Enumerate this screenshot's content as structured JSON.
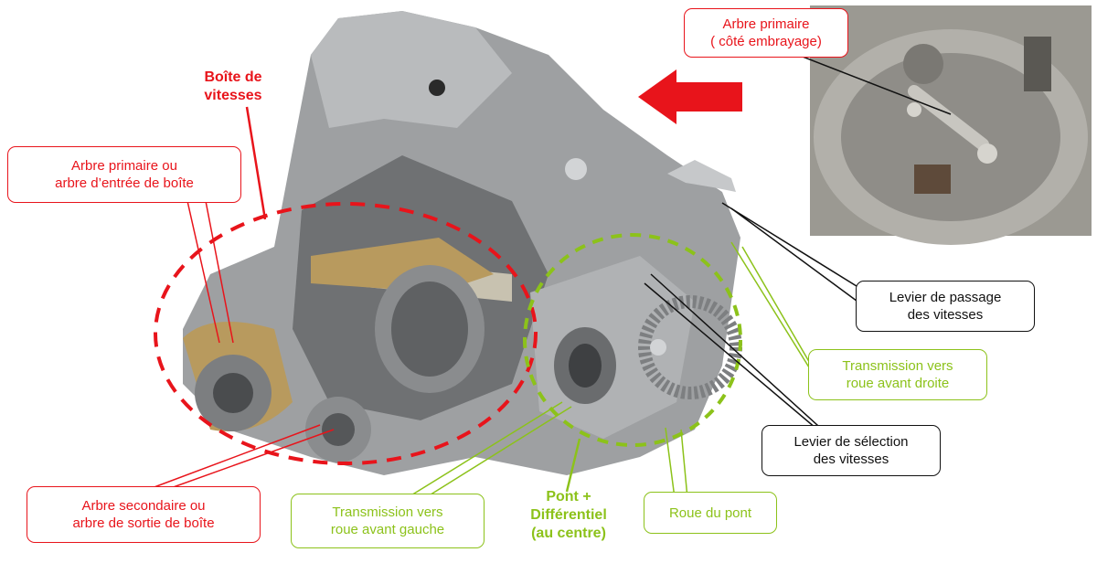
{
  "colors": {
    "red": "#e8141b",
    "green": "#8cc21a",
    "black": "#111111",
    "metal": "#9ea0a2",
    "brass": "#b89a5e"
  },
  "labels": {
    "gearbox": "Boîte de\nvitesses",
    "input_shaft_clutch": "Arbre primaire\n( côté embrayage)",
    "input_shaft": "Arbre primaire ou\narbre d’entrée de boîte",
    "output_shaft": "Arbre secondaire ou\narbre de sortie de boîte",
    "gear_shift_lever": "Levier de passage\ndes vitesses",
    "right_wheel_transmission": "Transmission vers\nroue avant droite",
    "gear_select_lever": "Levier de sélection\ndes vitesses",
    "ring_gear": "Roue du pont",
    "differential": "Pont +\nDifférentiel\n(au centre)",
    "left_wheel_transmission": "Transmission vers\nroue avant gauche"
  }
}
